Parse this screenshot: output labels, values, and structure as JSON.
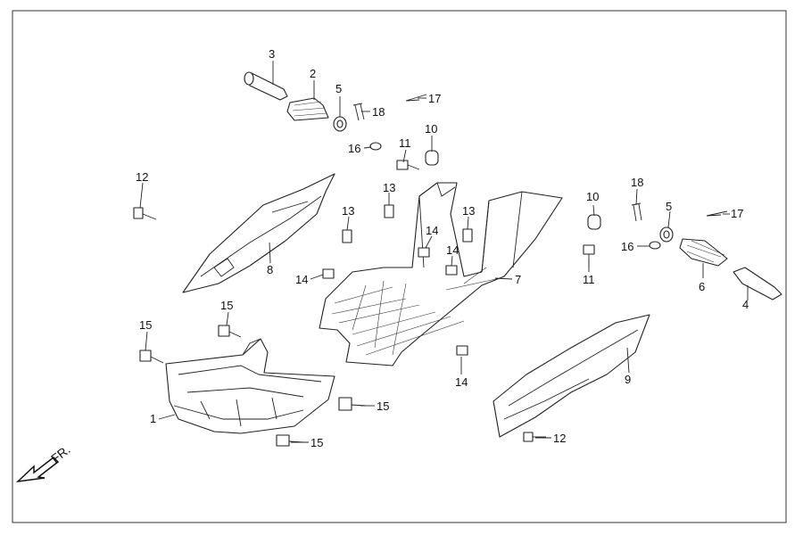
{
  "diagram": {
    "direction_label": "FR.",
    "callouts": {
      "c1": "1",
      "c2": "2",
      "c3": "3",
      "c4": "4",
      "c5a": "5",
      "c5b": "5",
      "c6": "6",
      "c7": "7",
      "c8": "8",
      "c9": "9",
      "c10a": "10",
      "c10b": "10",
      "c11a": "11",
      "c11b": "11",
      "c12a": "12",
      "c12b": "12",
      "c13a": "13",
      "c13b": "13",
      "c13c": "13",
      "c14a": "14",
      "c14b": "14",
      "c14c": "14",
      "c14d": "14",
      "c15a": "15",
      "c15b": "15",
      "c15c": "15",
      "c15d": "15",
      "c16a": "16",
      "c16b": "16",
      "c17a": "17",
      "c17b": "17",
      "c18a": "18",
      "c18b": "18"
    }
  }
}
